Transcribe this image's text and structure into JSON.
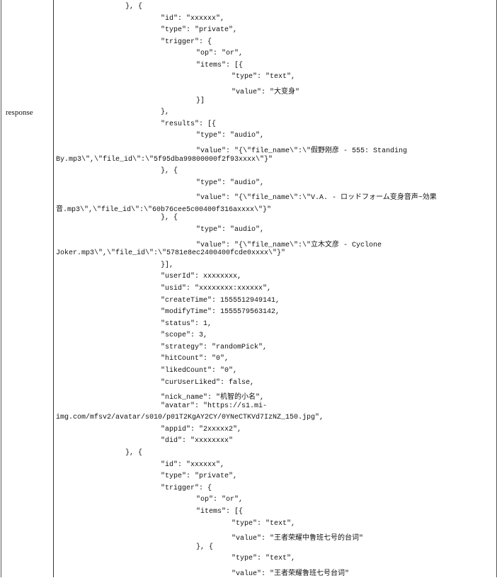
{
  "row_label": "response",
  "code": {
    "lines": [
      {
        "indent": 1,
        "text": "}, {"
      },
      {
        "indent": 2,
        "text": "\"id\": \"xxxxxx\","
      },
      {
        "indent": 2,
        "text": "\"type\": \"private\","
      },
      {
        "indent": 2,
        "text": "\"trigger\": {"
      },
      {
        "indent": 3,
        "text": "\"op\": \"or\","
      },
      {
        "indent": 3,
        "text": "\"items\": [{"
      },
      {
        "indent": 4,
        "text": "\"type\": \"text\","
      },
      {
        "indent": 4,
        "text": "\"value\": \"大变身\""
      },
      {
        "indent": 3,
        "text": "}]"
      },
      {
        "indent": 2,
        "text": "},"
      },
      {
        "indent": 2,
        "text": "\"results\": [{"
      },
      {
        "indent": 3,
        "text": "\"type\": \"audio\","
      },
      {
        "indent": 3,
        "text": "\"value\": \"{\\\"file_name\\\":\\\"假野刚彦 - 555: Standing"
      },
      {
        "indent": 0,
        "text": "By.mp3\\\",\\\"file_id\\\":\\\"5f95dba99800000f2f93xxxx\\\"}\""
      },
      {
        "indent": 2,
        "text": "}, {"
      },
      {
        "indent": 3,
        "text": "\"type\": \"audio\","
      },
      {
        "indent": 3,
        "text": "\"value\": \"{\\\"file_name\\\":\\\"V.A. - ロッドフォーム变身音声~効果"
      },
      {
        "indent": 0,
        "text": "音.mp3\\\",\\\"file_id\\\":\\\"60b76cee5c00400f316axxxx\\\"}\""
      },
      {
        "indent": 2,
        "text": "}, {"
      },
      {
        "indent": 3,
        "text": "\"type\": \"audio\","
      },
      {
        "indent": 3,
        "text": "\"value\": \"{\\\"file_name\\\":\\\"立木文彦 - Cyclone"
      },
      {
        "indent": 0,
        "text": "Joker.mp3\\\",\\\"file_id\\\":\\\"5781e8ec2400400fcde0xxxx\\\"}\""
      },
      {
        "indent": 2,
        "text": "}],"
      },
      {
        "indent": 2,
        "text": "\"userId\": xxxxxxxx,"
      },
      {
        "indent": 2,
        "text": "\"usid\": \"xxxxxxxx:xxxxxx\","
      },
      {
        "indent": 2,
        "text": "\"createTime\": 1555512949141,"
      },
      {
        "indent": 2,
        "text": "\"modifyTime\": 1555579563142,"
      },
      {
        "indent": 2,
        "text": "\"status\": 1,"
      },
      {
        "indent": 2,
        "text": "\"scope\": 3,"
      },
      {
        "indent": 2,
        "text": "\"strategy\": \"randomPick\","
      },
      {
        "indent": 2,
        "text": "\"hitCount\": \"0\","
      },
      {
        "indent": 2,
        "text": "\"likedCount\": \"0\","
      },
      {
        "indent": 2,
        "text": "\"curUserLiked\": false,"
      },
      {
        "indent": 2,
        "text": "\"nick_name\": \"机智的小名\","
      },
      {
        "indent": 2,
        "text": "\"avatar\": \"https://s1.mi-"
      },
      {
        "indent": 0,
        "text": "img.com/mfsv2/avatar/s010/p01T2KgAY2CY/0YNeCTKVd7IzNZ_150.jpg\","
      },
      {
        "indent": 2,
        "text": "\"appid\": \"2xxxxx2\","
      },
      {
        "indent": 2,
        "text": "\"did\": \"xxxxxxxx\""
      },
      {
        "indent": 1,
        "text": "}, {"
      },
      {
        "indent": 2,
        "text": "\"id\": \"xxxxxx\","
      },
      {
        "indent": 2,
        "text": "\"type\": \"private\","
      },
      {
        "indent": 2,
        "text": "\"trigger\": {"
      },
      {
        "indent": 3,
        "text": "\"op\": \"or\","
      },
      {
        "indent": 3,
        "text": "\"items\": [{"
      },
      {
        "indent": 4,
        "text": "\"type\": \"text\","
      },
      {
        "indent": 4,
        "text": "\"value\": \"王者荣耀中鲁班七号的台词\""
      },
      {
        "indent": 3,
        "text": "}, {"
      },
      {
        "indent": 4,
        "text": "\"type\": \"text\","
      },
      {
        "indent": 4,
        "text": "\"value\": \"王者荣耀鲁班七号台词\""
      }
    ]
  }
}
